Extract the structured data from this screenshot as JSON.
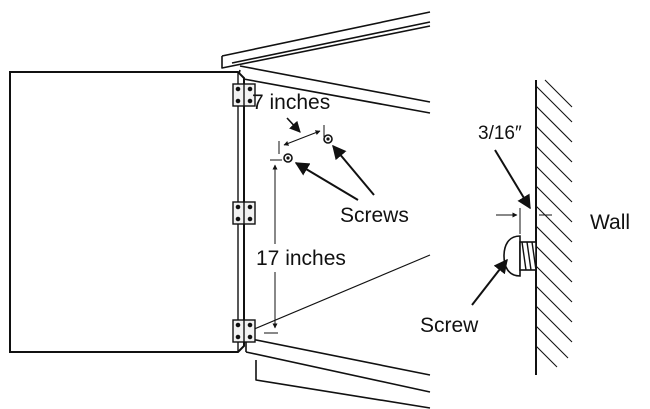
{
  "labels": {
    "spacing_horizontal": "7 inches",
    "spacing_vertical": "17 inches",
    "screws_plural": "Screws",
    "screw_singular": "Screw",
    "gap": "3/16″",
    "wall": "Wall"
  },
  "colors": {
    "ink": "#111111",
    "paper": "#ffffff",
    "hinge_fill": "#f2f2f2"
  }
}
